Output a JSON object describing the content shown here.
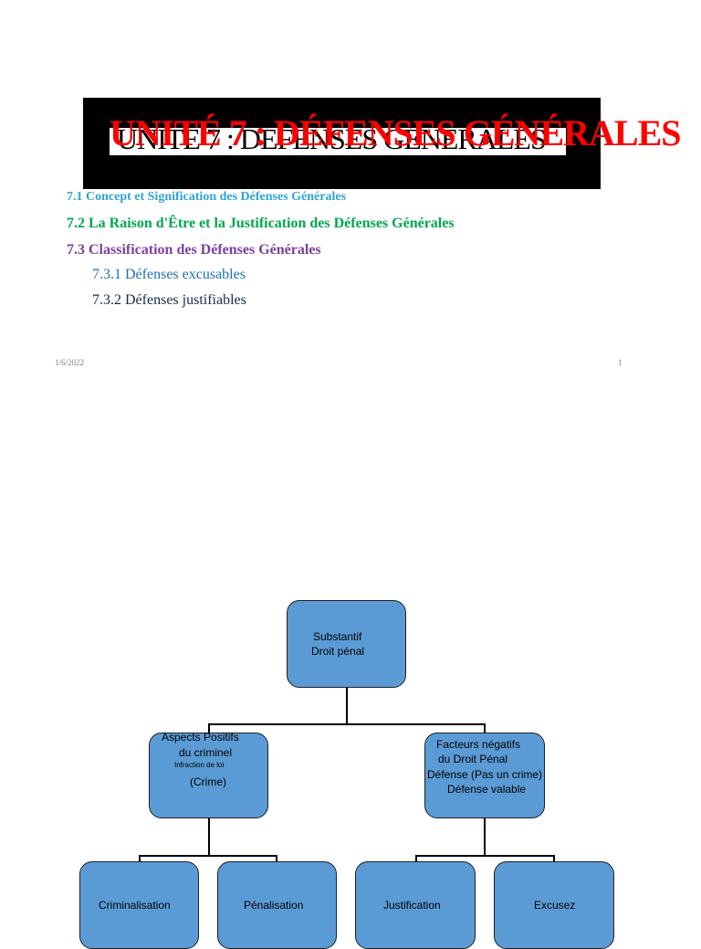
{
  "header": {
    "title_overlay": "UNITÉ 7 : DÉFENSES GÉNÉRALES",
    "title_base": "UNITÉ 7 : DÉFENSES GÉNÉRALES"
  },
  "toc": {
    "item1": "7.1 Concept et Signification des Défenses Générales",
    "item2": "7.2 La Raison d'Être et la Justification des Défenses Générales",
    "item3": "7.3 Classification des Défenses Générales",
    "item4": "7.3.1 Défenses excusables",
    "item5": "7.3.2 Défenses justifiables"
  },
  "footer": {
    "date": "1/6/2022",
    "page": "1"
  },
  "diagram": {
    "root": {
      "line1": "Substantif",
      "line2": "Droit pénal"
    },
    "left": {
      "line1": "Aspects Positifs",
      "line2": "du criminel",
      "line3": "Infraction de loi",
      "line4": "(Crime)"
    },
    "right": {
      "line1": "Facteurs négatifs",
      "line2": "du Droit Pénal",
      "line3": "Défense (Pas un crime)",
      "line4": "Défense valable"
    },
    "leaf1": "Criminalisation",
    "leaf2": "Pénalisation",
    "leaf3": "Justification",
    "leaf4": "Excusez"
  },
  "colors": {
    "title_red": "#ff0000",
    "node_fill": "#5b9bd5",
    "toc_blue": "#2ea3d9",
    "toc_green": "#00a650",
    "toc_purple": "#7b3fa0"
  }
}
